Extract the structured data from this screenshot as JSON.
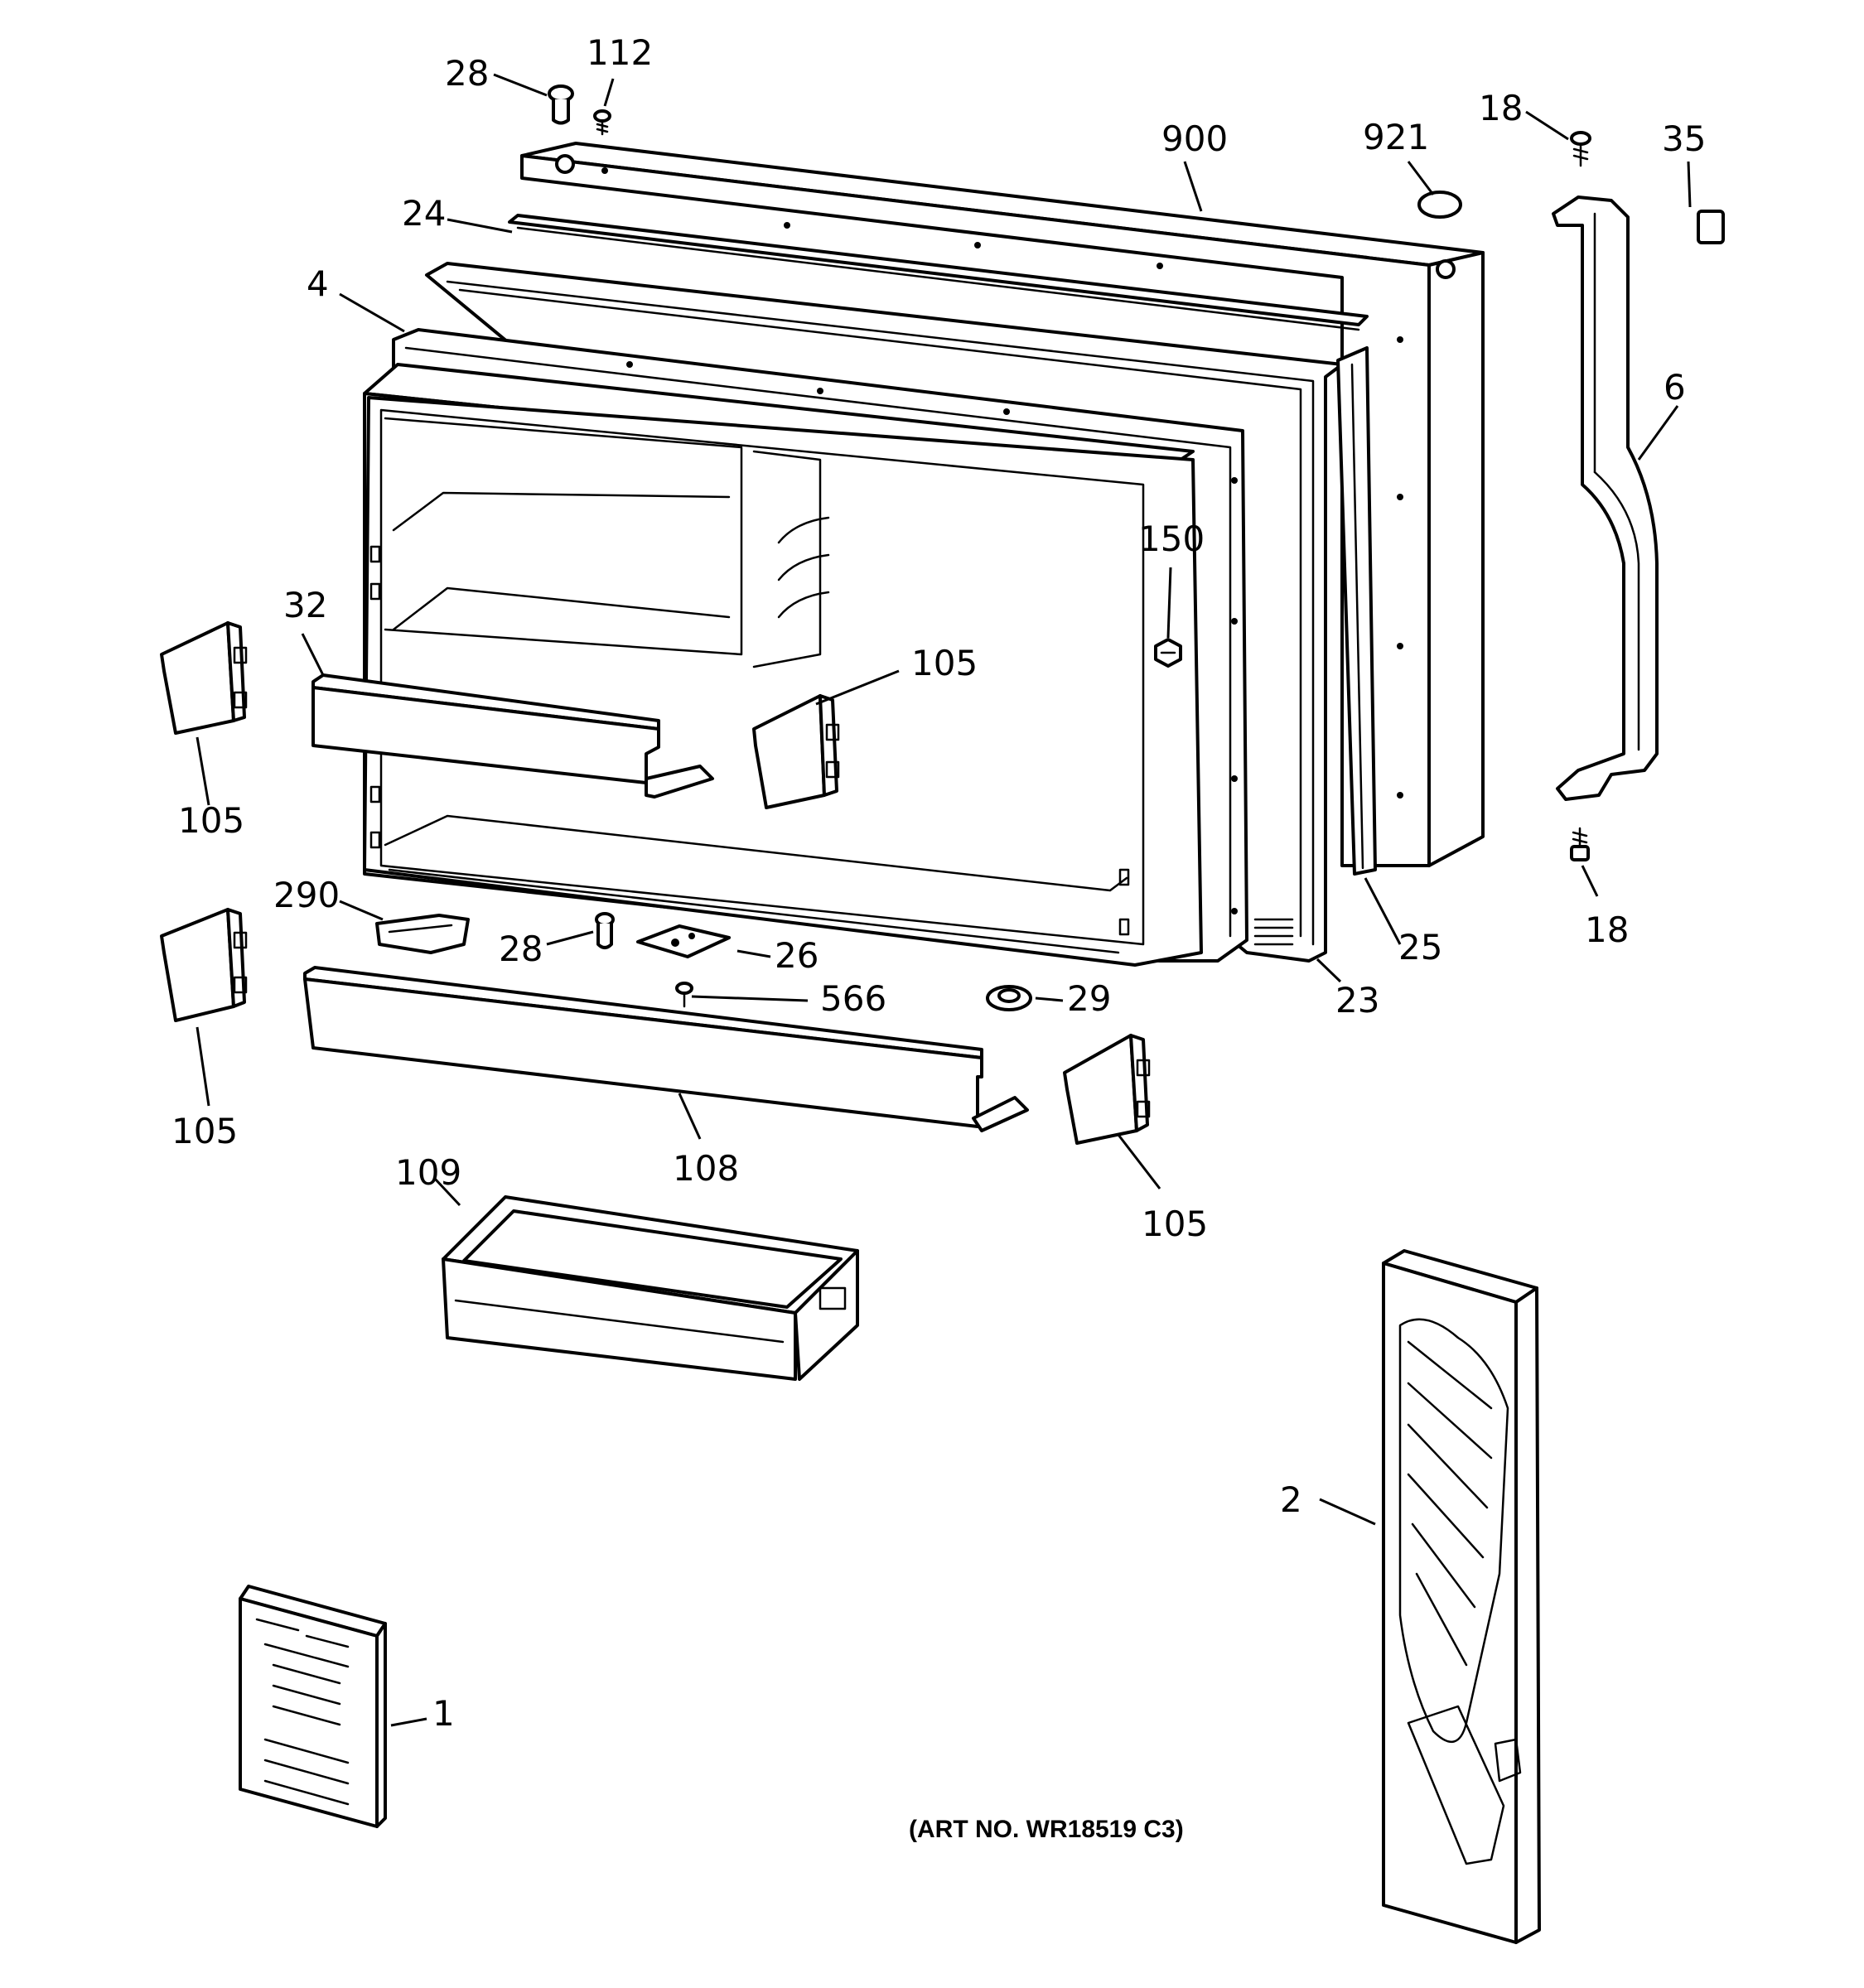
{
  "diagram": {
    "art_number": "(ART NO. WR18519 C3)",
    "callouts": {
      "c28_top": "28",
      "c112": "112",
      "c900": "900",
      "c921": "921",
      "c18_top": "18",
      "c35": "35",
      "c24": "24",
      "c4": "4",
      "c6": "6",
      "c150": "150",
      "c32": "32",
      "c105_mid": "105",
      "c105_left_top": "105",
      "c290": "290",
      "c28_mid": "28",
      "c26": "26",
      "c566": "566",
      "c29": "29",
      "c23": "23",
      "c25": "25",
      "c18_bottom": "18",
      "c105_left_bottom": "105",
      "c108": "108",
      "c105_right": "105",
      "c109": "109",
      "c2": "2",
      "c1": "1"
    }
  }
}
